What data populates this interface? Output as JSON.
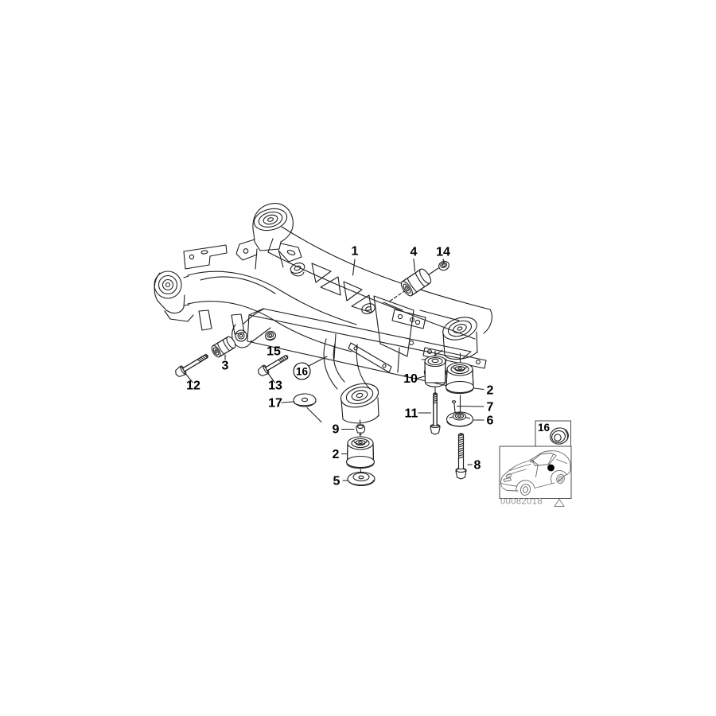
{
  "colors": {
    "line": "#1f1f1f",
    "label": "#000000",
    "inset_car_line": "#666666",
    "image_number_gray": "#8e8e8e",
    "position_marker": "#000000"
  },
  "callouts": {
    "c1": "1",
    "c2": "2",
    "c3": "3",
    "c4": "4",
    "c5": "5",
    "c6": "6",
    "c7": "7",
    "c8": "8",
    "c9": "9",
    "c10": "10",
    "c11": "11",
    "c12": "12",
    "c13": "13",
    "c14": "14",
    "c15": "15",
    "c16": "16",
    "c17": "17"
  },
  "inset": {
    "part_box_label": "16",
    "image_number": "00082018",
    "icons": {
      "position_marker": "filled-circle",
      "footnote_mark": "triangle-outline",
      "part_thumbnail": "grommet-bushing"
    }
  }
}
